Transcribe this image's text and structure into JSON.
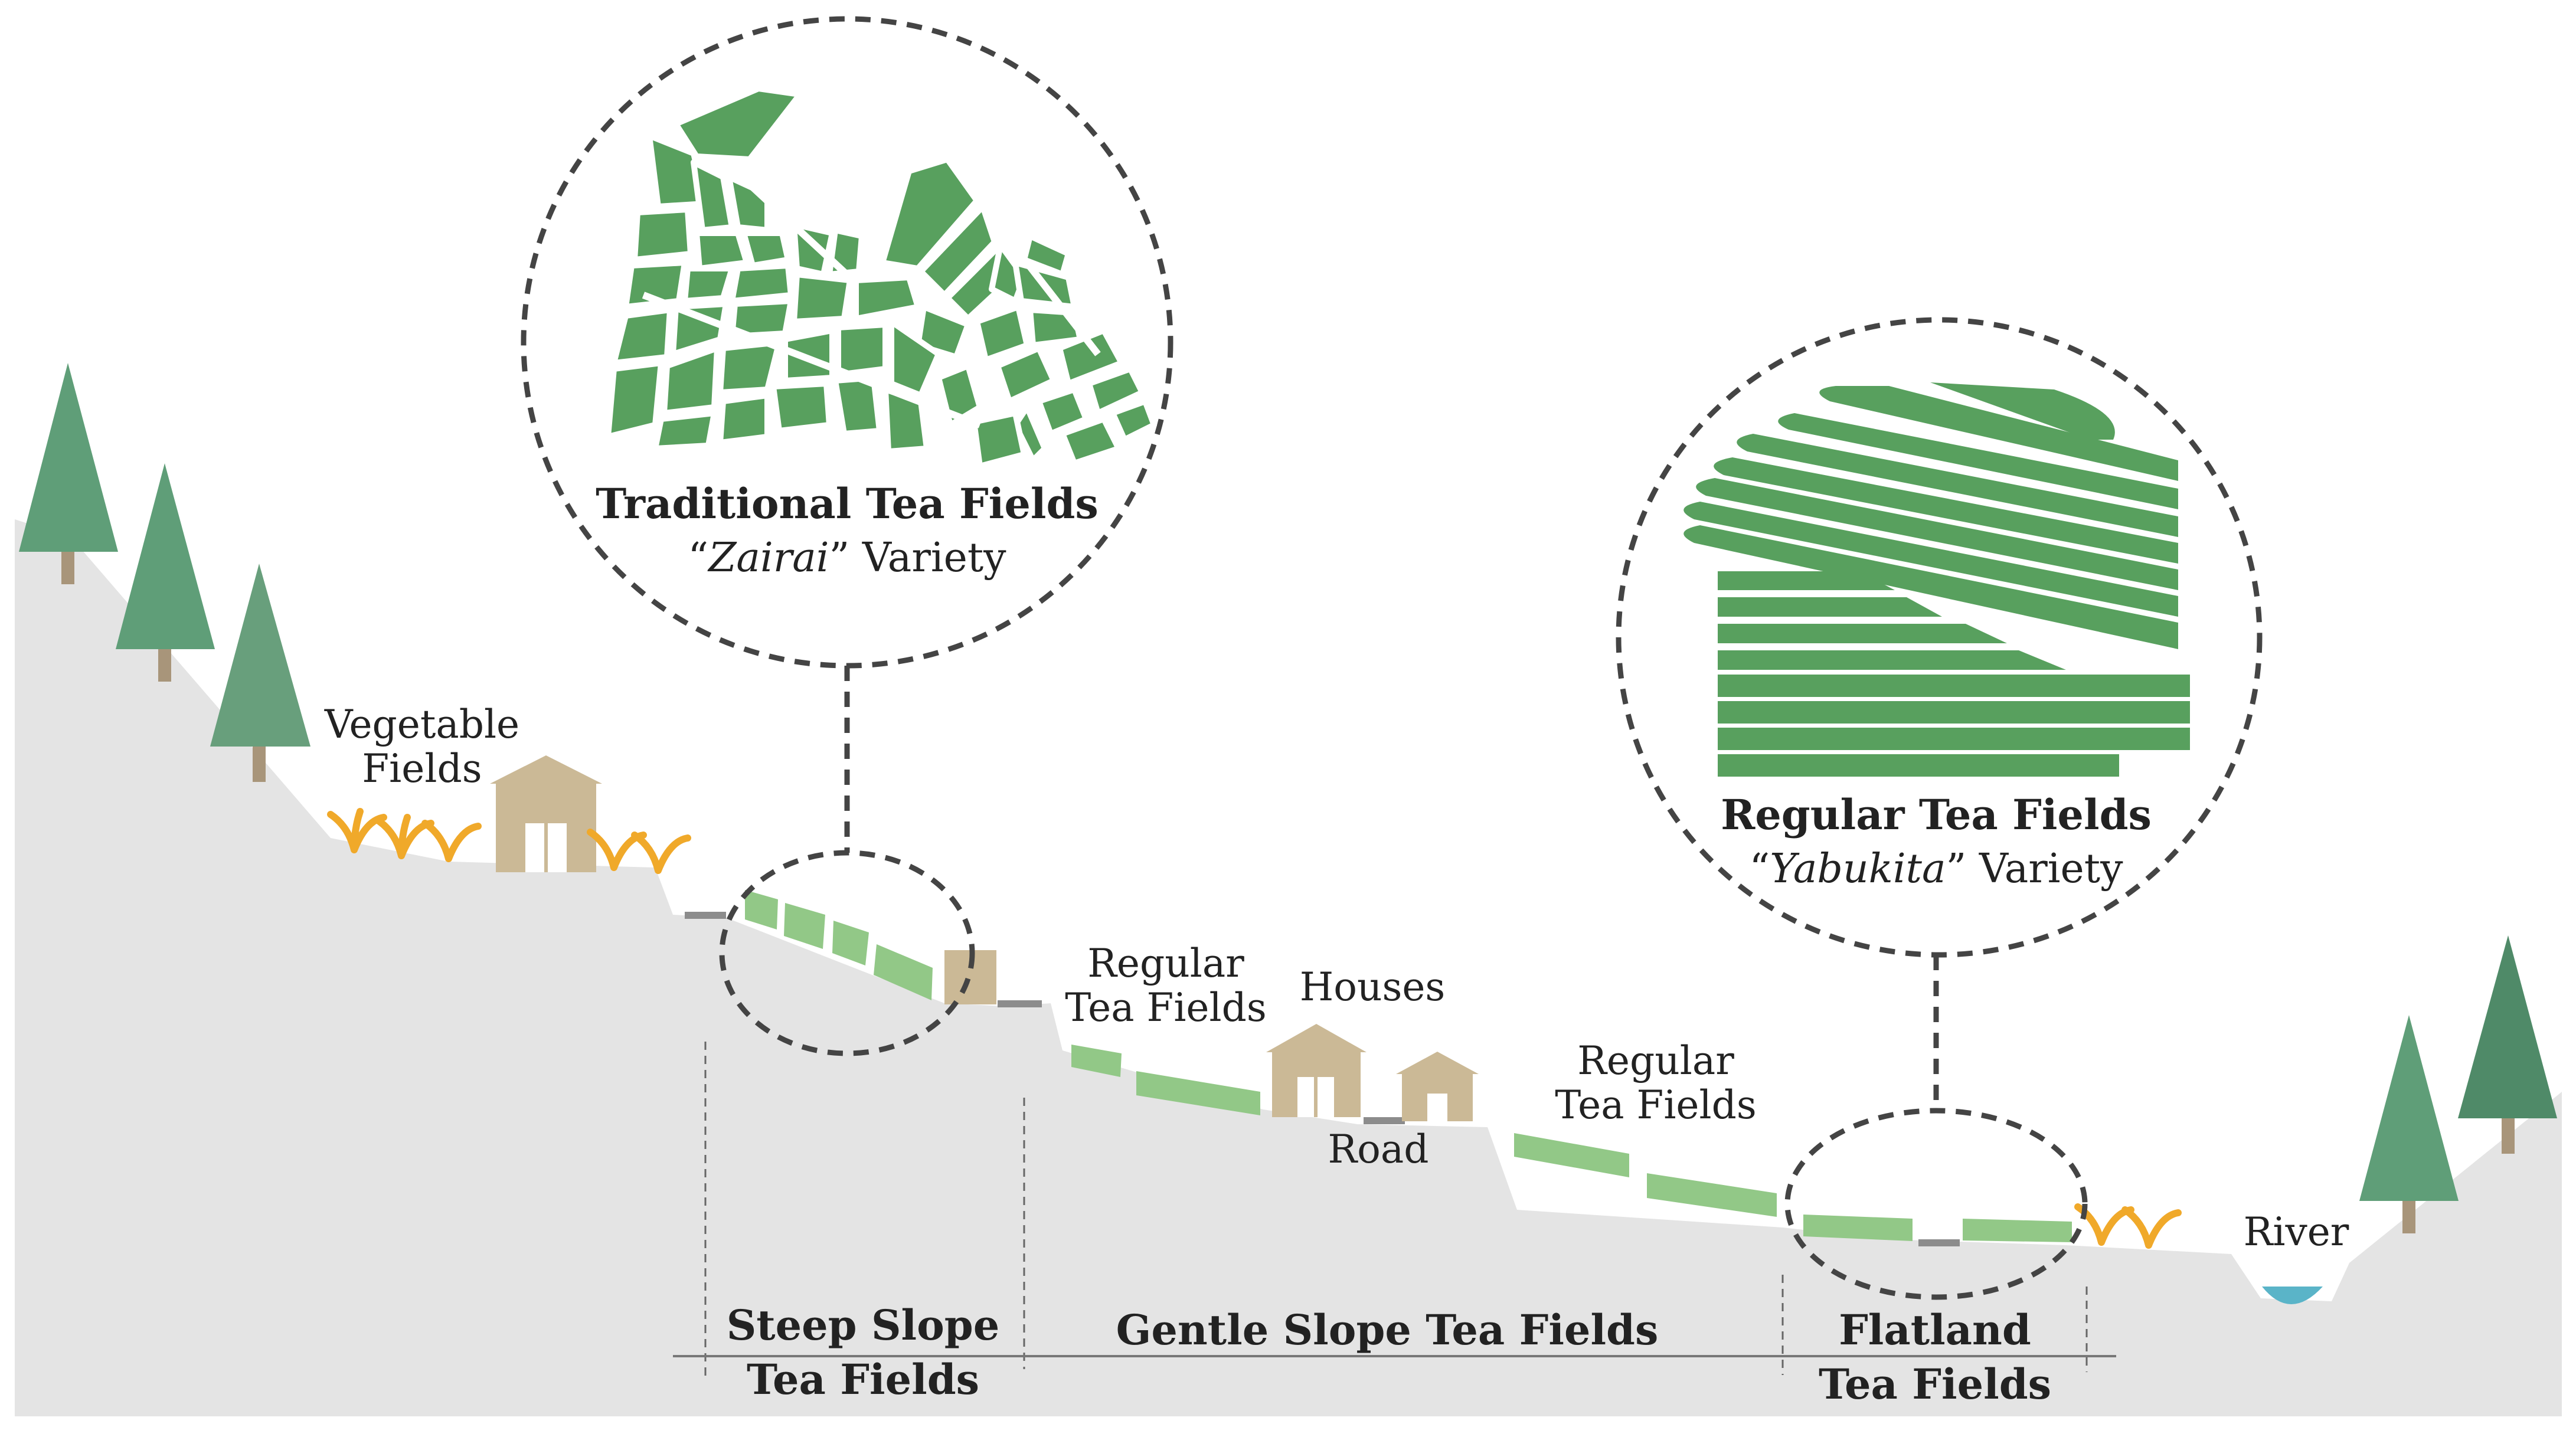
{
  "labels": {
    "vegetable_fields_line1": "Vegetable",
    "vegetable_fields_line2": "Fields",
    "regular_fields_1_line1": "Regular",
    "regular_fields_1_line2": "Tea Fields",
    "houses": "Houses",
    "road": "Road",
    "regular_fields_2_line1": "Regular",
    "regular_fields_2_line2": "Tea Fields",
    "river": "River"
  },
  "callouts": {
    "traditional": {
      "title": "Traditional Tea Fields",
      "variety_name": "Zairai",
      "variety_suffix": "Variety"
    },
    "regular": {
      "title": "Regular Tea Fields",
      "variety_name": "Yabukita",
      "variety_suffix": "Variety"
    }
  },
  "zones": {
    "steep_line1": "Steep Slope",
    "steep_line2": "Tea Fields",
    "gentle": "Gentle Slope Tea Fields",
    "flat_line1": "Flatland",
    "flat_line2": "Tea Fields"
  },
  "colors": {
    "ground": "#e4e4e4",
    "tree": "#5f9e78",
    "tree_dark": "#4f8a68",
    "trunk": "#a8957a",
    "house": "#cbb996",
    "field_dark": "#58a05e",
    "field_light": "#92c887",
    "crop": "#f0a92a",
    "river": "#5ab4c8",
    "road": "#8c8c8c",
    "dash": "#555555"
  }
}
